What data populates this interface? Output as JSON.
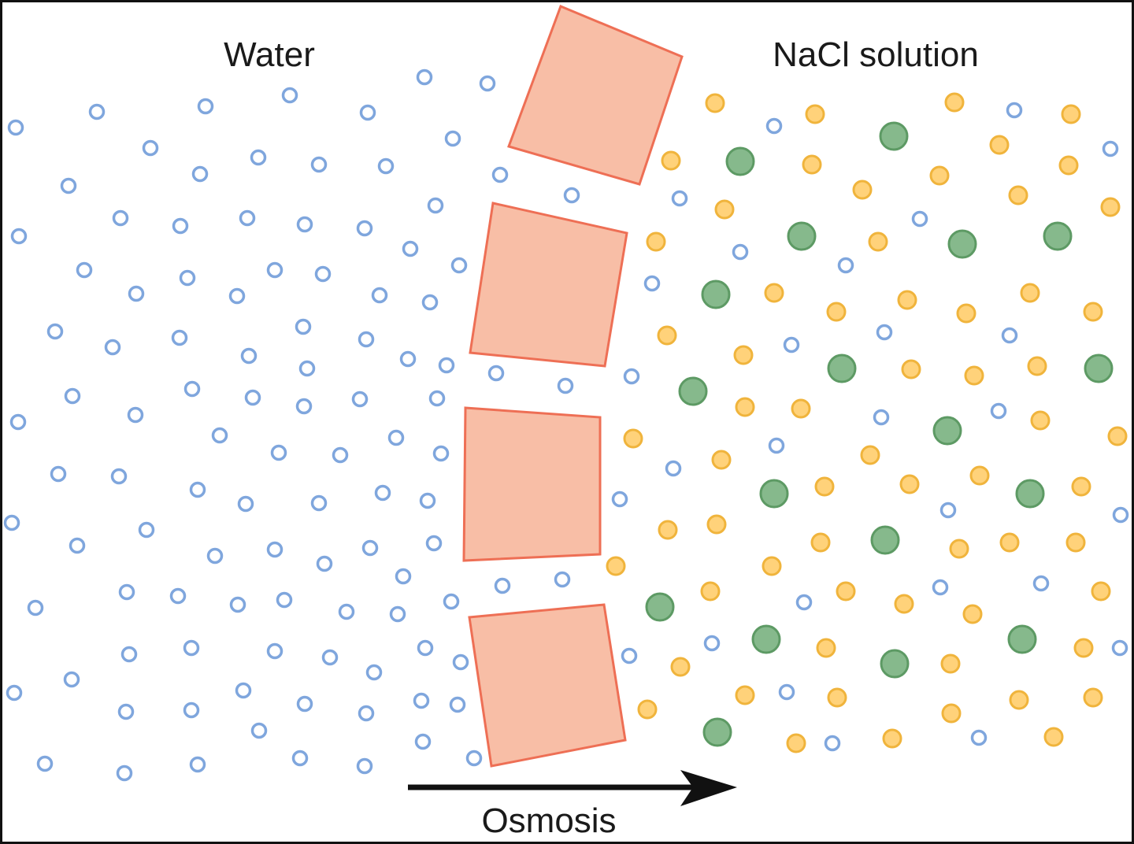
{
  "labels": {
    "left": "Water",
    "right": "NaCl solution",
    "arrow": "Osmosis"
  },
  "colors": {
    "water_stroke": "#7fa6dd",
    "sodium_fill": "#ffd27a",
    "sodium_stroke": "#f0b43c",
    "chloride_fill": "#86b98c",
    "chloride_stroke": "#5d9a64",
    "membrane_fill": "#f8bea6",
    "membrane_stroke": "#ee6f55",
    "arrow": "#111111"
  },
  "legend": [],
  "regions": [
    "water",
    "membrane",
    "nacl-solution"
  ]
}
